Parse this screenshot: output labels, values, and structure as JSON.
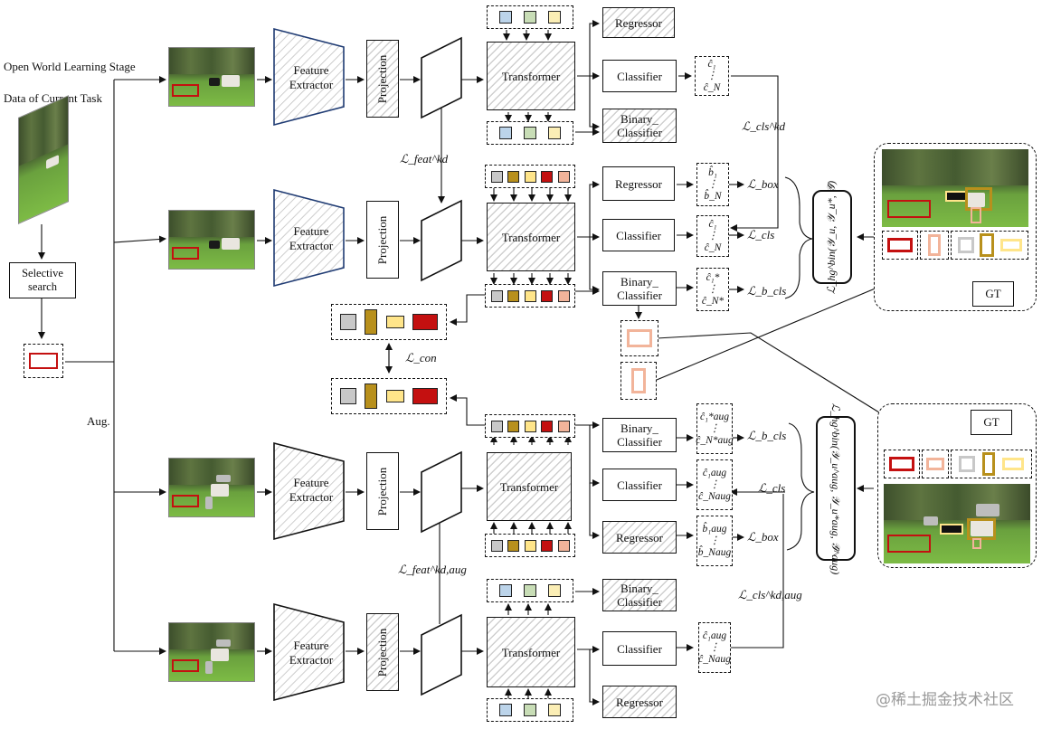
{
  "headings": {
    "stage": "Open World Learning Stage",
    "data": "Data of Current Task"
  },
  "left": {
    "selective": "Selective search",
    "aug": "Aug."
  },
  "blocks": {
    "feature_extractor": "Feature Extractor",
    "projection": "Projection",
    "transformer": "Transformer",
    "regressor": "Regressor",
    "classifier": "Classifier",
    "binary_classifier": "Binary_ Classifier",
    "gt": "GT"
  },
  "outputs": {
    "c1": "ĉ₁",
    "cN": "ĉ_N",
    "b1": "b̂₁",
    "bN": "b̂_N",
    "cs1": "ĉ₁*",
    "csN": "ĉ_N*",
    "csa1": "ĉ₁*aug",
    "csaN": "ĉ_N*aug",
    "ca1": "ĉ₁aug",
    "caN": "ĉ_Naug",
    "ba1": "b̂₁aug",
    "baN": "b̂_Naug",
    "dots": "⋮"
  },
  "losses": {
    "kd_cls": "ℒ_cls^kd",
    "kd_feat": "ℒ_feat^kd",
    "box": "ℒ_box",
    "cls": "ℒ_cls",
    "b_cls": "ℒ_b_cls",
    "con": "ℒ_con",
    "kd_feat_aug": "ℒ_feat^kd,aug",
    "kd_cls_aug": "ℒ_cls^kd,aug",
    "hg_top": "ℒ_hg^bin(𝒴_u, 𝒴_u*, 𝒴̂)",
    "hg_bottom": "ℒ_hg^bin(𝒴_u^aug, 𝒴_u*aug, 𝒴̂^aug)"
  },
  "colors": {
    "gray": "#c8c8c8",
    "olive": "#b8901c",
    "yellow": "#ffe58a",
    "red": "#c41010",
    "peach": "#f2b49a",
    "blue": "#bcd4ea",
    "green": "#c8ddb6",
    "cream": "#fbeeb5"
  },
  "watermark": "@稀土掘金技术社区"
}
